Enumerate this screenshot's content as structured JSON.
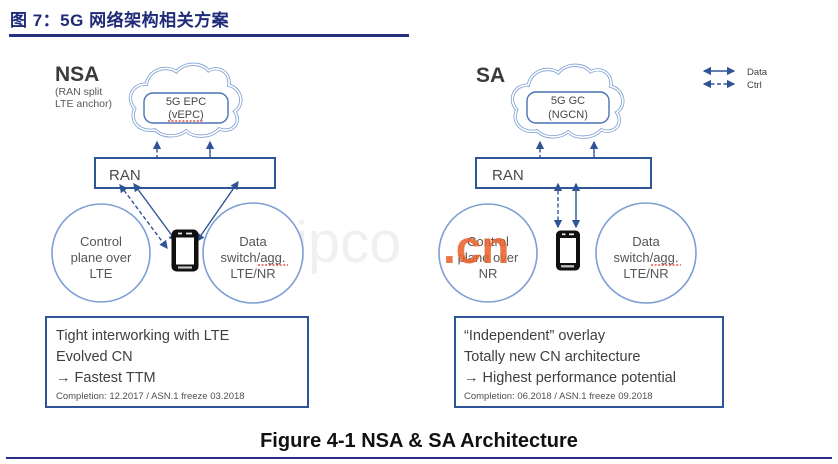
{
  "header": {
    "title": "图 7：5G 网络架构相关方案"
  },
  "colors": {
    "header_navy": "#1f2a78",
    "rule_navy": "#272e7e",
    "diagram_blue": "#2f5496",
    "light_blue": "#7d9fd3",
    "red_underline": "#d93025",
    "watermark_orange": "#e8622d",
    "text_gray": "#3f3f3f"
  },
  "legend": {
    "data_label": "Data",
    "ctrl_label": "Ctrl"
  },
  "nsa": {
    "title": "NSA",
    "subtitle1": "(RAN split",
    "subtitle2": "LTE anchor)",
    "cloud_line1": "5G EPC",
    "cloud_line2": "(vEPC)",
    "ran_label": "RAN",
    "left_circle": [
      "Control",
      "plane over",
      "LTE"
    ],
    "right_circle": [
      "Data",
      "switch/agg.",
      "LTE/NR"
    ],
    "note_lines": [
      "Tight interworking with LTE",
      "Evolved CN",
      "→ Fastest TTM"
    ],
    "note_footer": "Completion: 12.2017 / ASN.1 freeze 03.2018"
  },
  "sa": {
    "title": "SA",
    "cloud_line1": "5G GC",
    "cloud_line2": "(NGCN)",
    "ran_label": "RAN",
    "left_circle": [
      "Control",
      "plane over",
      "NR"
    ],
    "right_circle": [
      "Data",
      "switch/agg.",
      "LTE/NR"
    ],
    "note_lines": [
      "“Independent” overlay",
      "Totally new CN architecture",
      "→ Highest performance potential"
    ],
    "note_footer": "Completion: 06.2018 / ASN.1 freeze 09.2018"
  },
  "watermark": {
    "faint": "ipco",
    "accent": ".cn"
  },
  "caption": "Figure 4-1  NSA & SA Architecture"
}
